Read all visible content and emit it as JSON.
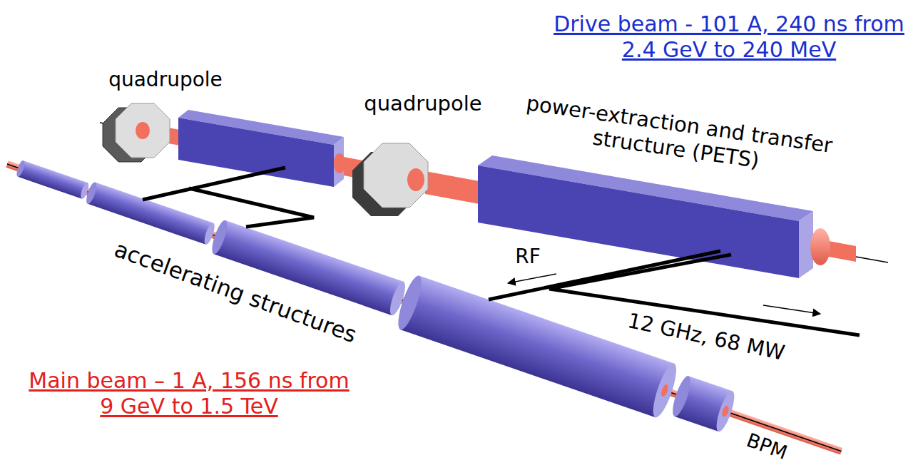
{
  "diagram": {
    "labels": [
      "Drive beam - 101 A, 240 ns from 2.4 GeV to 240 MeV",
      "quadrupole",
      "quadrupole",
      "power-extraction and transfer structure (PETS)",
      "accelerating structures",
      "RF",
      "12 GHz, 68 MW",
      "Main beam – 1 A, 156 ns from 9 GeV to 1.5 TeV",
      "BPM"
    ]
  }
}
